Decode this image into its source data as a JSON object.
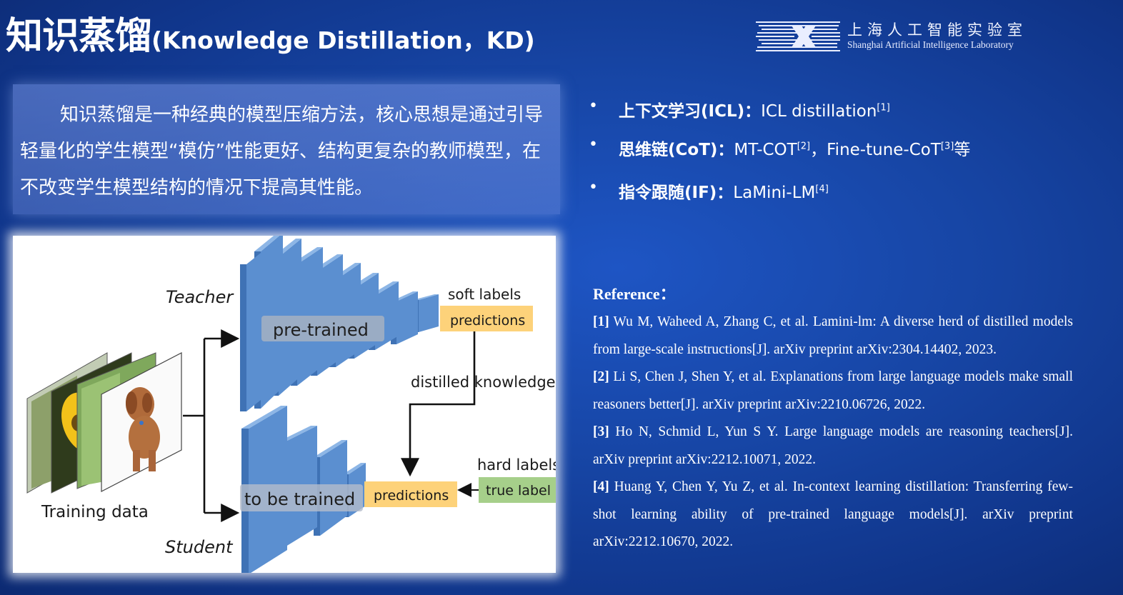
{
  "title": {
    "zh": "知识蒸馏",
    "en": "(Knowledge Distillation，KD)"
  },
  "logo": {
    "name_zh": "上海人工智能实验室",
    "name_en": "Shanghai Artificial Intelligence Laboratory"
  },
  "intro": "知识蒸馏是一种经典的模型压缩方法，核心思想是通过引导轻量化的学生模型“模仿”性能更好、结构更复杂的教师模型，在不改变学生模型结构的情况下提高其性能。",
  "bullets": [
    {
      "dot": "•",
      "label": "上下文学习(ICL)：",
      "text": "ICL distillation",
      "ref": "[1]",
      "tail": ""
    },
    {
      "dot": "•",
      "label": "思维链(CoT)：",
      "text": "MT-COT",
      "ref": "[2]",
      "mid": "，Fine-tune-CoT",
      "ref2": "[3]",
      "tail": "等"
    },
    {
      "dot": "•",
      "label": "指令跟随(IF)：",
      "text": "LaMini-LM",
      "ref": "[4]",
      "tail": ""
    }
  ],
  "references": {
    "heading": "Reference：",
    "items": [
      {
        "num": "[1]",
        "text": " Wu M, Waheed A, Zhang C, et al. Lamini-lm: A diverse herd of distilled models from large-scale instructions[J]. arXiv preprint arXiv:2304.14402, 2023."
      },
      {
        "num": "[2]",
        "text": " Li S, Chen J, Shen Y, et al. Explanations from large language models make small reasoners better[J]. arXiv preprint arXiv:2210.06726, 2022."
      },
      {
        "num": "[3]",
        "text": " Ho N, Schmid L, Yun S Y. Large language models are reasoning teachers[J]. arXiv preprint arXiv:2212.10071, 2022."
      },
      {
        "num": "[4]",
        "text": " Huang Y, Chen Y, Yu Z, et al. In-context learning distillation: Transferring few-shot learning ability of pre-trained language models[J]. arXiv preprint arXiv:2212.10670, 2022."
      }
    ]
  },
  "diagram": {
    "teacher": "Teacher",
    "student": "Student",
    "pretrained": "pre-trained",
    "to_be_trained": "to be trained",
    "soft_labels": "soft labels",
    "predictions_teacher": "predictions",
    "predictions_student": "predictions",
    "distilled_knowledge": "distilled  knowledge",
    "hard_labels": "hard labels",
    "true_label": "true label",
    "training_data": "Training data"
  },
  "colors": {
    "background": "#1746a6",
    "layer_front": "#5b8fd0",
    "layer_top": "#8db6e6",
    "layer_side": "#3f72b5",
    "prediction_box": "#fdd27a",
    "true_label_box": "#a6cf8a"
  }
}
